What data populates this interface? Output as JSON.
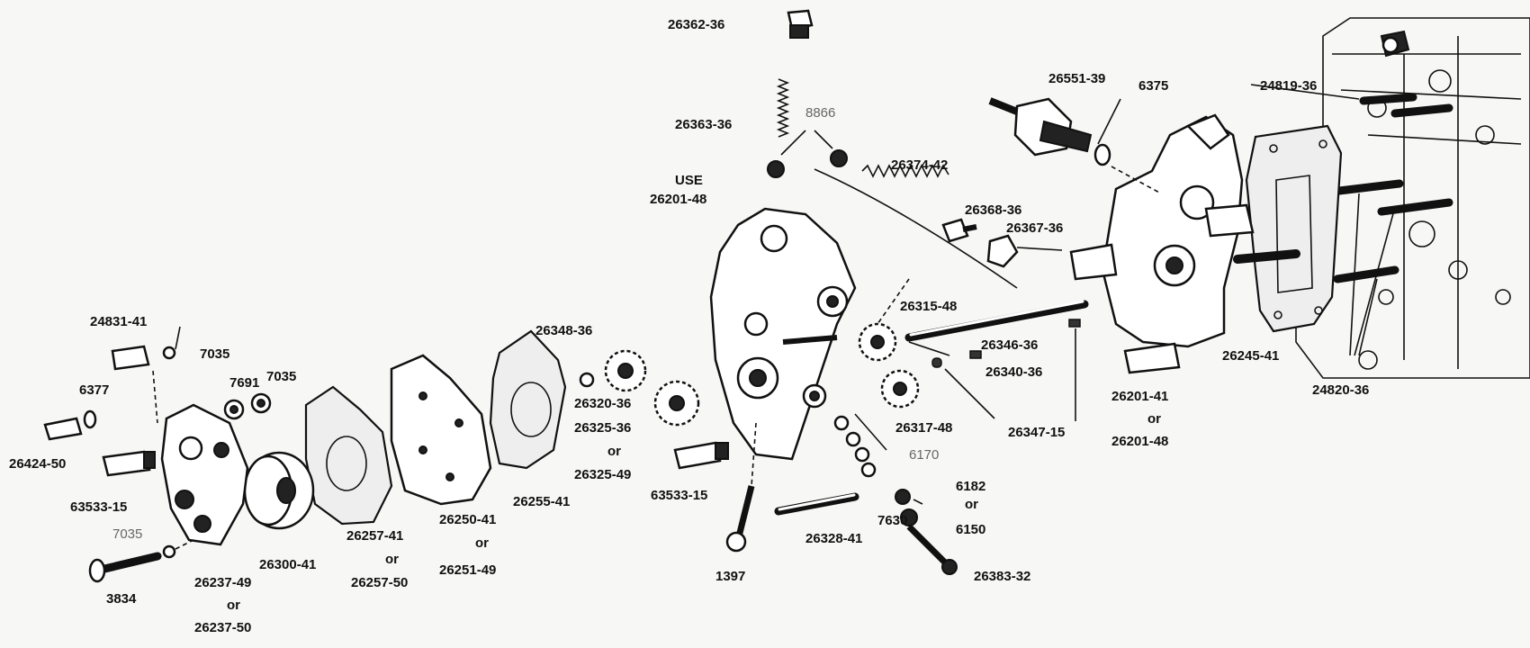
{
  "labels": {
    "p26362_36": "26362-36",
    "p26363_36": "26363-36",
    "p8866": "8866",
    "use": "USE",
    "use_pn": "26201-48",
    "p26374_42": "26374-42",
    "p26551_39": "26551-39",
    "p6375": "6375",
    "p24819_36": "24819-36",
    "p26368_36": "26368-36",
    "p26367_36": "26367-36",
    "p26315_48": "26315-48",
    "p26346_36": "26346-36",
    "p26340_36": "26340-36",
    "p24831_41": "24831-41",
    "p7035_a": "7035",
    "p6377": "6377",
    "p7691": "7691",
    "p7035_b": "7035",
    "p26424_50": "26424-50",
    "p63533_15_a": "63533-15",
    "p7035_c": "7035",
    "p3834": "3834",
    "p26237_49": "26237-49",
    "or_1": "or",
    "p26237_50": "26237-50",
    "p26300_41": "26300-41",
    "p26257_41": "26257-41",
    "or_2": "or",
    "p26257_50": "26257-50",
    "p26250_41": "26250-41",
    "or_3": "or",
    "p26251_49": "26251-49",
    "p26255_41": "26255-41",
    "p26348_36": "26348-36",
    "p26320_36": "26320-36",
    "p26325_36": "26325-36",
    "or_4": "or",
    "p26325_49": "26325-49",
    "p63533_15_b": "63533-15",
    "p1397": "1397",
    "p26328_41": "26328-41",
    "p7630": "7630",
    "p6182": "6182",
    "or_5": "or",
    "p6150": "6150",
    "p26383_32": "26383-32",
    "p6170": "6170",
    "p26317_48": "26317-48",
    "p26347_15": "26347-15",
    "p26201_41": "26201-41",
    "or_6": "or",
    "p26201_48": "26201-48",
    "p26245_41": "26245-41",
    "p24820_36": "24820-36"
  }
}
